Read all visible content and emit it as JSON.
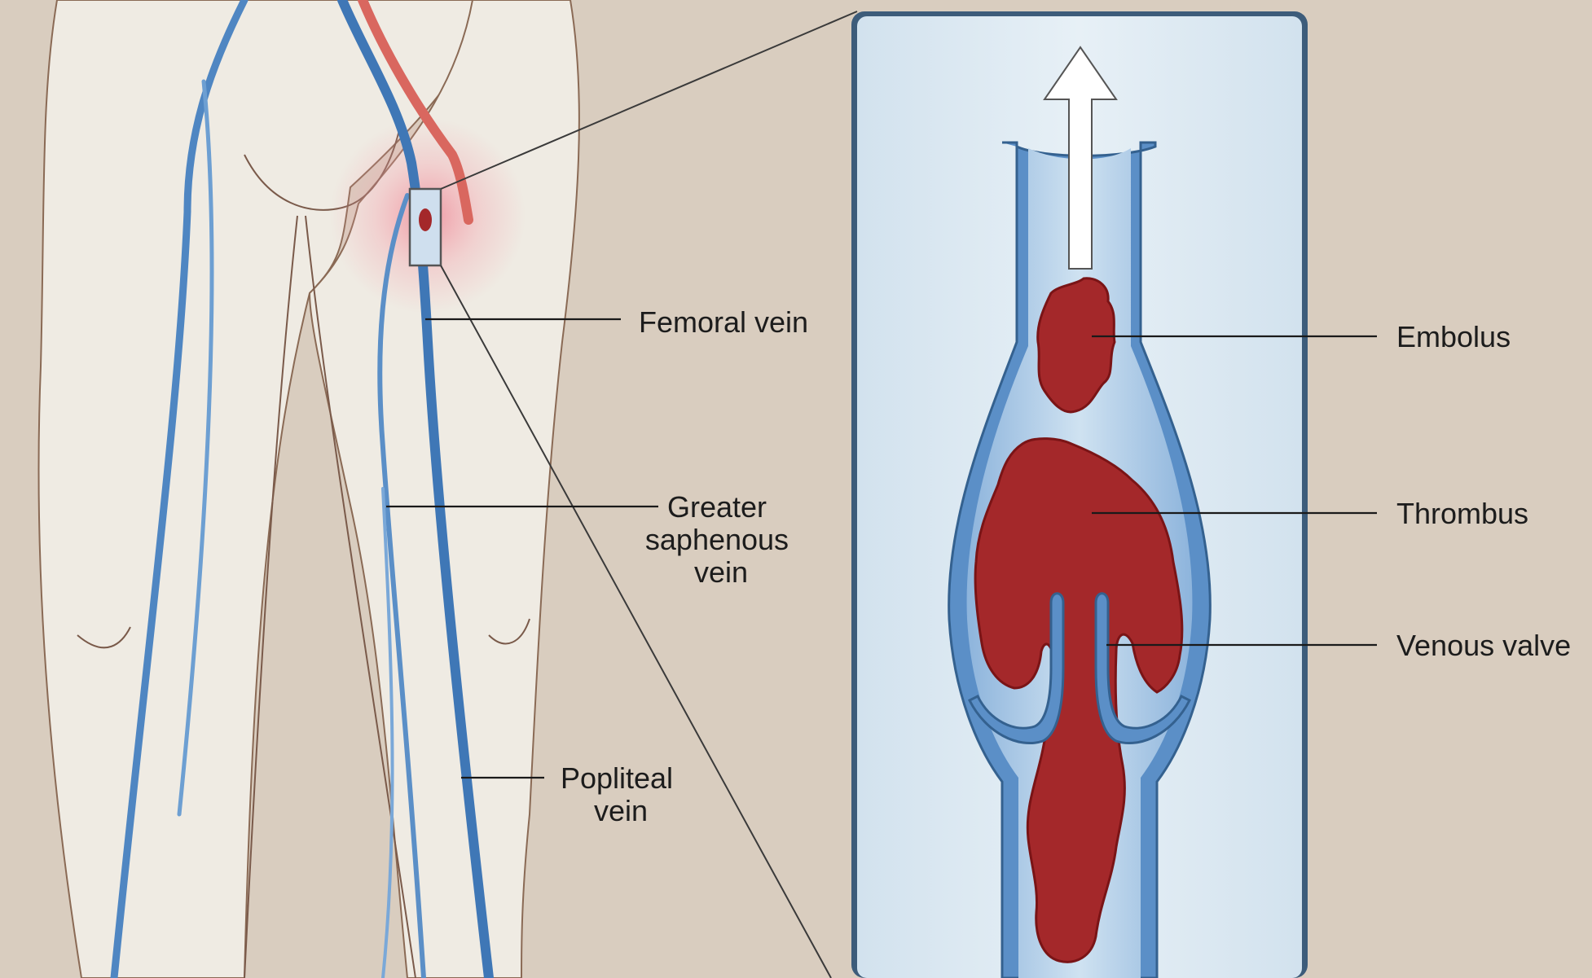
{
  "labels": {
    "femoral_vein": "Femoral vein",
    "greater_saphenous_vein": [
      "Greater",
      "saphenous",
      "vein"
    ],
    "popliteal_vein": [
      "Popliteal",
      "vein"
    ],
    "embolus": "Embolus",
    "thrombus": "Thrombus",
    "venous_valve": "Venous valve"
  },
  "colors": {
    "background": "#d9cdbf",
    "skin": "#f0ece4",
    "vein": "#5b8fc7",
    "vein_dark": "#3f6fa6",
    "artery": "#d9675f",
    "clot": "#a4282a",
    "clot_dark": "#7a1416",
    "inset_bg": "#dde9f2",
    "glow": "#f08a9a"
  }
}
